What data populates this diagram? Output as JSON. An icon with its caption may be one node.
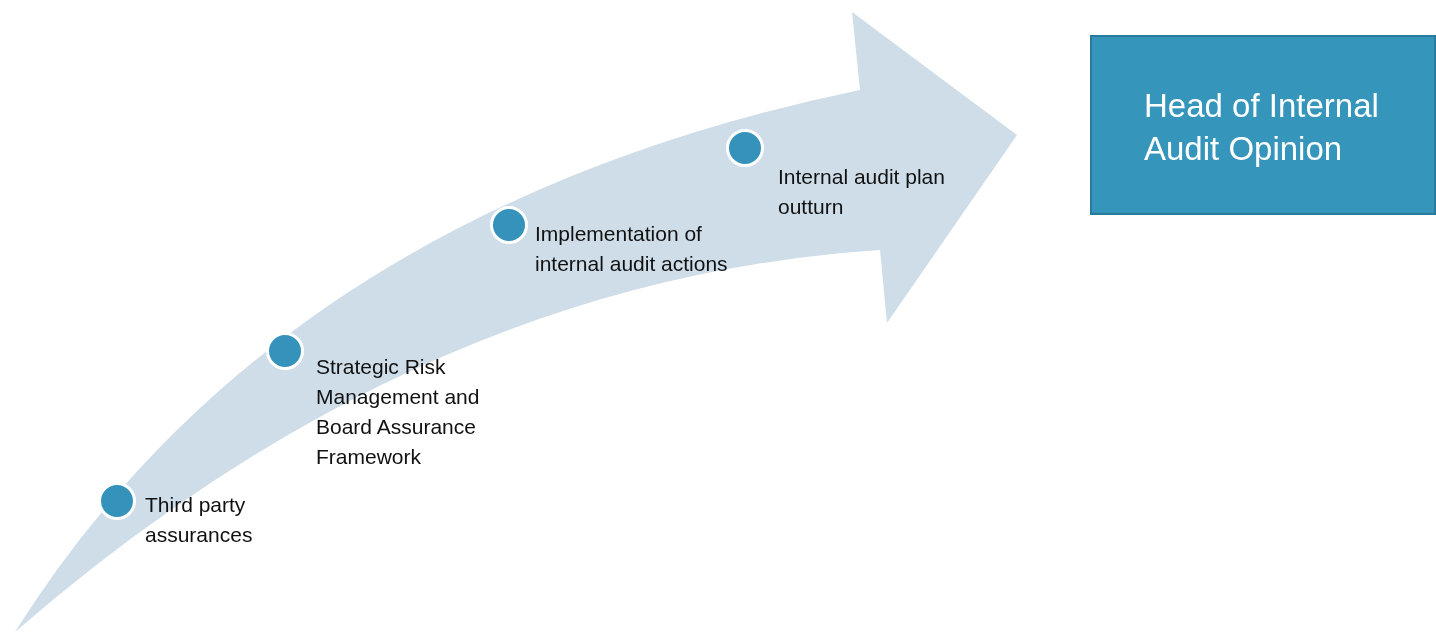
{
  "diagram": {
    "nodes": [
      {
        "text": [],
        "shape": "circle",
        "beside": [
          "Third party assurances"
        ]
      },
      {
        "text": [],
        "shape": "circle",
        "beside": [
          "Strategic Risk Management and Board Assurance Framework"
        ]
      },
      {
        "text": [],
        "shape": "circle",
        "beside": [
          "Implementation of internal audit actions"
        ]
      },
      {
        "text": [],
        "shape": "circle",
        "beside": [
          "Internal audit plan outturn"
        ]
      },
      {
        "text": [
          "Head of Internal Audit Opinion"
        ]
      }
    ]
  }
}
